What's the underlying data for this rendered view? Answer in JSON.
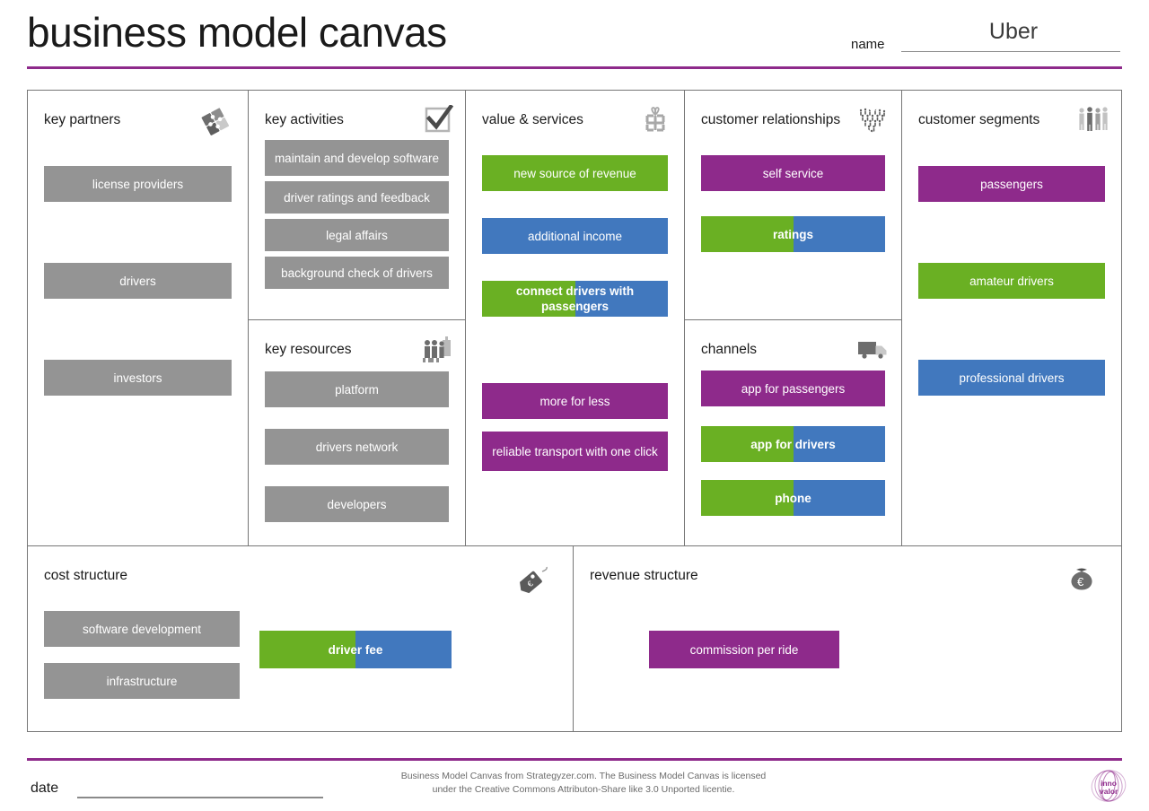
{
  "header": {
    "title": "business model canvas",
    "name_label": "name",
    "name_value": "Uber"
  },
  "colors": {
    "accent_purple": "#8E2A8B",
    "note_gray": "#949494",
    "note_green": "#6AB023",
    "note_blue": "#4178BE",
    "note_purple": "#8E2A8B",
    "border": "#767676"
  },
  "blocks": {
    "key_partners": {
      "title": "key partners",
      "icon": "puzzle-pieces-icon",
      "notes": [
        {
          "text": "license providers",
          "color": "gray"
        },
        {
          "text": "drivers",
          "color": "gray"
        },
        {
          "text": "investors",
          "color": "gray"
        }
      ]
    },
    "key_activities": {
      "title": "key activities",
      "icon": "checkbox-check-icon",
      "notes": [
        {
          "text": "maintain and develop software",
          "color": "gray"
        },
        {
          "text": "driver ratings and feedback",
          "color": "gray"
        },
        {
          "text": "legal affairs",
          "color": "gray"
        },
        {
          "text": "background check of drivers",
          "color": "gray"
        }
      ]
    },
    "key_resources": {
      "title": "key resources",
      "icon": "factory-workers-icon",
      "notes": [
        {
          "text": "platform",
          "color": "gray"
        },
        {
          "text": "drivers network",
          "color": "gray"
        },
        {
          "text": "developers",
          "color": "gray"
        }
      ]
    },
    "value_services": {
      "title": "value & services",
      "icon": "gift-box-icon",
      "notes": [
        {
          "text": "new source of revenue",
          "color": "green"
        },
        {
          "text": "additional income",
          "color": "blue"
        },
        {
          "text": "connect drivers with passengers",
          "color": "green-blue-split"
        },
        {
          "text": "more for less",
          "color": "purple"
        },
        {
          "text": "reliable transport with one click",
          "color": "purple"
        }
      ]
    },
    "customer_relationships": {
      "title": "customer relationships",
      "icon": "heart-of-people-icon",
      "notes": [
        {
          "text": "self service",
          "color": "purple"
        },
        {
          "text": "ratings",
          "color": "green-blue-split"
        }
      ]
    },
    "channels": {
      "title": "channels",
      "icon": "delivery-truck-icon",
      "notes": [
        {
          "text": "app for passengers",
          "color": "purple"
        },
        {
          "text": "app for drivers",
          "color": "green-blue-split"
        },
        {
          "text": "phone",
          "color": "green-blue-split"
        }
      ]
    },
    "customer_segments": {
      "title": "customer segments",
      "icon": "people-group-icon",
      "notes": [
        {
          "text": "passengers",
          "color": "purple"
        },
        {
          "text": "amateur drivers",
          "color": "green"
        },
        {
          "text": "professional drivers",
          "color": "blue"
        }
      ]
    },
    "cost_structure": {
      "title": "cost structure",
      "icon": "price-tag-euro-icon",
      "notes": [
        {
          "text": "software development",
          "color": "gray"
        },
        {
          "text": "infrastructure",
          "color": "gray"
        },
        {
          "text": "driver fee",
          "color": "green-blue-split"
        }
      ]
    },
    "revenue_structure": {
      "title": "revenue structure",
      "icon": "money-bag-euro-icon",
      "notes": [
        {
          "text": "commission per ride",
          "color": "purple"
        }
      ]
    }
  },
  "footer": {
    "date_label": "date",
    "credits_line1": "Business Model Canvas from Strategyzer.com. The Business Model Canvas is licensed",
    "credits_line2": "under the Creative Commons Attributon-Share like 3.0 Unported licentie.",
    "logo_line1": "inno",
    "logo_line2": "valor"
  }
}
